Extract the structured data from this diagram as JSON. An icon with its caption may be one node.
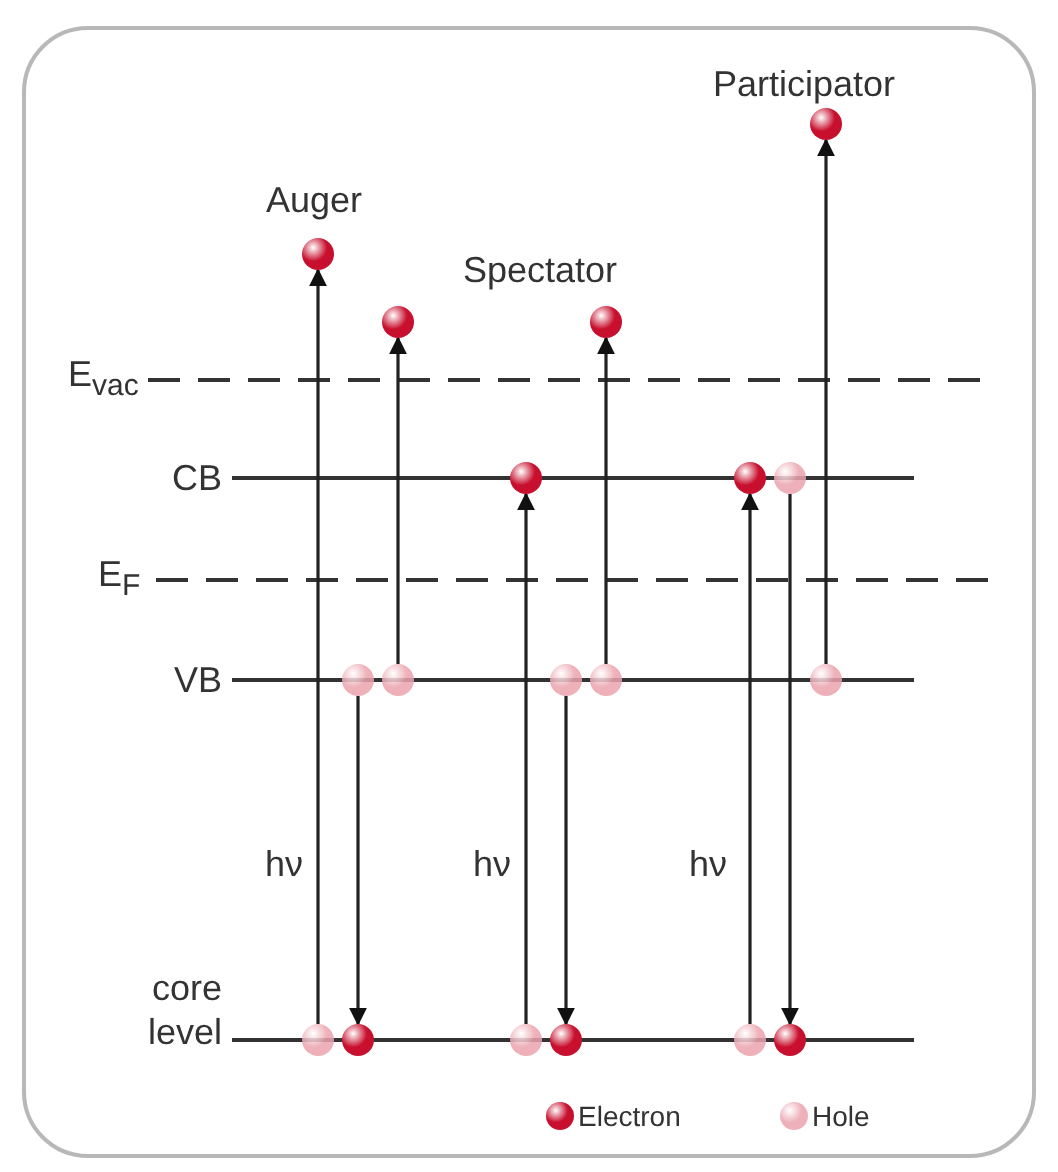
{
  "diagram": {
    "nodes": [
      {
        "text": [],
        "shape": "circle"
      },
      {
        "text": [],
        "shape": "circle"
      },
      {
        "text": [],
        "shape": "circle"
      },
      {
        "text": [],
        "shape": "circle"
      },
      {
        "text": [],
        "shape": "circle"
      },
      {
        "text": [],
        "shape": "circle"
      },
      {
        "text": [],
        "shape": "circle"
      },
      {
        "text": [],
        "shape": "circle"
      },
      {
        "text": [],
        "shape": "circle"
      },
      {
        "text": [],
        "shape": "circle"
      },
      {
        "text": [],
        "shape": "circle"
      },
      {
        "text": [],
        "shape": "circle"
      },
      {
        "text": [],
        "shape": "circle"
      },
      {
        "text": [],
        "shape": "circle"
      },
      {
        "text": [],
        "shape": "circle"
      },
      {
        "text": [],
        "shape": "circle"
      },
      {
        "text": [],
        "shape": "circle"
      },
      {
        "text": [],
        "shape": "circle"
      }
    ],
    "edges": [
      {
        "from": 12,
        "to": 1,
        "arrow": "to"
      },
      {
        "from": 7,
        "to": 13,
        "arrow": "to"
      },
      {
        "from": 8,
        "to": 2,
        "arrow": "to"
      },
      {
        "from": 14,
        "to": 4,
        "arrow": "to"
      },
      {
        "from": 9,
        "to": 15,
        "arrow": "to"
      },
      {
        "from": 10,
        "to": 3,
        "arrow": "to"
      },
      {
        "from": 16,
        "to": 5,
        "arrow": "to"
      },
      {
        "from": 6,
        "to": 17,
        "arrow": "to"
      },
      {
        "from": 11,
        "to": 0,
        "arrow": "to"
      }
    ],
    "labels": [
      "Participator",
      "Auger",
      "Spectator",
      "E$_{vac}$",
      "CB",
      "E$_{F}$",
      "VB",
      "hν",
      "hν",
      "hν",
      "core level"
    ],
    "legend": [
      {
        "text": "Electron",
        "color": "#c8102e"
      },
      {
        "text": "Hole",
        "color": "#eba3ae"
      }
    ]
  }
}
